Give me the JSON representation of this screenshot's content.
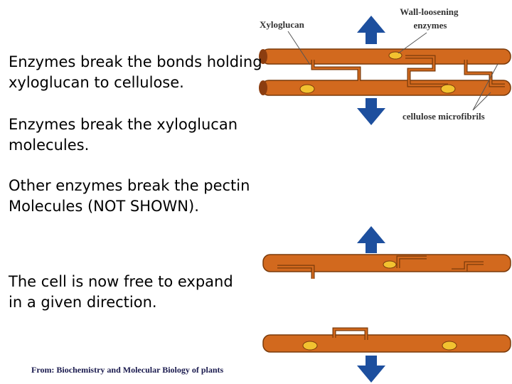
{
  "text_blocks": {
    "b1": "Enzymes break the bonds holding xyloglucan to cellulose.",
    "b2": "Enzymes break the xyloglucan molecules.",
    "b3": "Other enzymes break the pectin Molecules (NOT SHOWN).",
    "b4": "The cell is now free to expand in a given direction."
  },
  "text_lines": {
    "b1": [
      "Enzymes break the bonds holding",
      "xyloglucan to cellulose."
    ],
    "b2": [
      "Enzymes break the xyloglucan",
      "molecules."
    ],
    "b3": [
      "Other enzymes break the pectin",
      "Molecules (NOT SHOWN)."
    ],
    "b4": [
      "The cell is now free to expand",
      "in a given direction."
    ]
  },
  "labels": {
    "xyloglucan": "Xyloglucan",
    "wall_loosening": [
      "Wall-loosening",
      "enzymes"
    ],
    "cellulose": "cellulose microfibrils"
  },
  "credit": "From: Biochemistry and Molecular Biology of plants",
  "colors": {
    "fiber": "#d2691e",
    "fiber_edge": "#7a3a0a",
    "enzyme": "#f2c230",
    "arrow": "#1d4f9e",
    "label_line": "#555555"
  }
}
